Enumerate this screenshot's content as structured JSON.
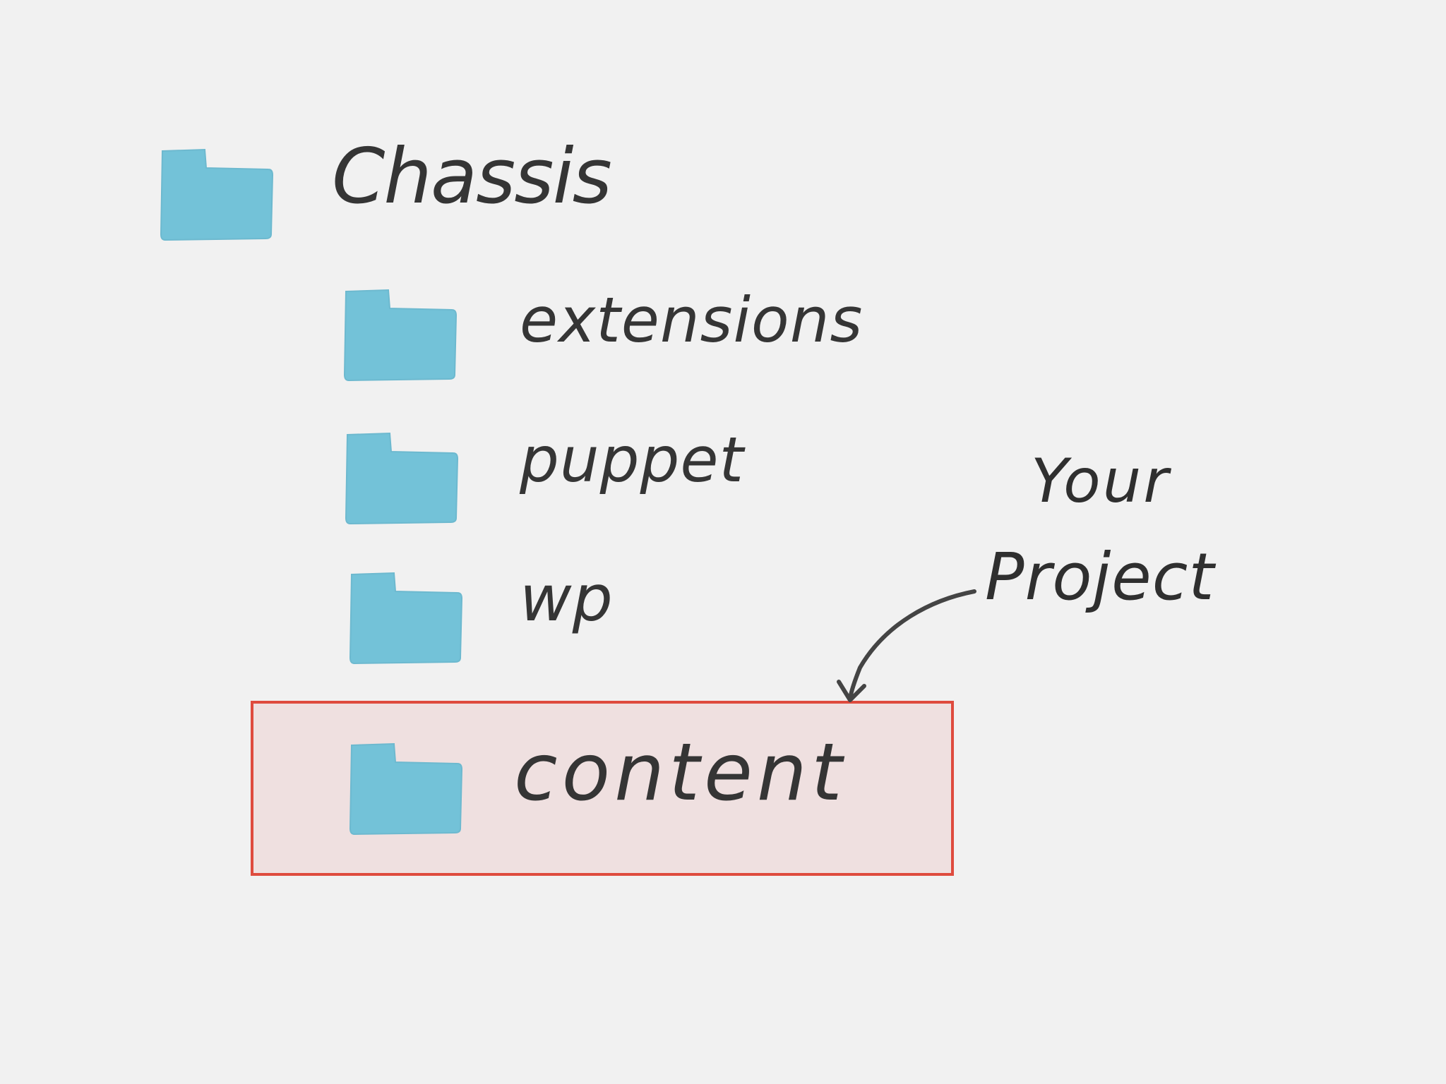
{
  "tree": {
    "root": {
      "label": "Chassis",
      "icon": "folder-icon"
    },
    "children": [
      {
        "label": "extensions",
        "icon": "folder-icon"
      },
      {
        "label": "puppet",
        "icon": "folder-icon"
      },
      {
        "label": "wp",
        "icon": "folder-icon"
      },
      {
        "label": "content",
        "icon": "folder-icon"
      }
    ]
  },
  "annotation": {
    "line_1": "Your",
    "line_2": "Project"
  },
  "colors": {
    "background": "#f1f1f1",
    "folder": "#73c2d8",
    "highlight_border": "#df4b3e",
    "highlight_fill": "#efdcda",
    "text": "#353535"
  }
}
